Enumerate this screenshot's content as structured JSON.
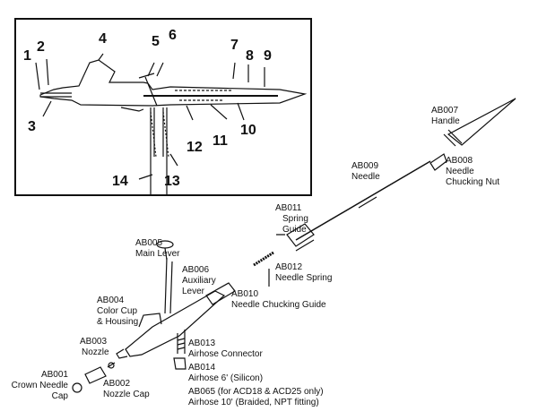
{
  "inset": {
    "numbers": [
      "1",
      "2",
      "3",
      "4",
      "5",
      "6",
      "7",
      "8",
      "9",
      "10",
      "11",
      "12",
      "13",
      "14"
    ]
  },
  "parts": {
    "ab007": {
      "code": "AB007",
      "name": "Handle"
    },
    "ab008": {
      "code": "AB008",
      "name1": "Needle",
      "name2": "Chucking Nut"
    },
    "ab009": {
      "code": "AB009",
      "name": "Needle"
    },
    "ab011": {
      "code": "AB011",
      "name1": "Spring",
      "name2": "Guide"
    },
    "ab005": {
      "code": "AB005",
      "name": "Main Lever"
    },
    "ab006": {
      "code": "AB006",
      "name1": "Auxiliary",
      "name2": "Lever"
    },
    "ab012": {
      "code": "AB012",
      "name": "Needle Spring"
    },
    "ab004": {
      "code": "AB004",
      "name1": "Color Cup",
      "name2": "& Housing"
    },
    "ab010": {
      "code": "AB010",
      "name": "Needle Chucking Guide"
    },
    "ab003": {
      "code": "AB003",
      "name": "Nozzle"
    },
    "ab013": {
      "code": "AB013",
      "name": "Airhose Connector"
    },
    "ab014": {
      "code": "AB014",
      "name": "Airhose 6' (Silicon)"
    },
    "ab065": {
      "line1": "AB065 (for ACD18 & ACD25 only)",
      "line2": "Airhose 10' (Braided, NPT fitting)"
    },
    "ab001": {
      "code": "AB001",
      "name1": "Crown Needle",
      "name2": "Cap"
    },
    "ab002": {
      "code": "AB002",
      "name": "Nozzle Cap"
    }
  }
}
